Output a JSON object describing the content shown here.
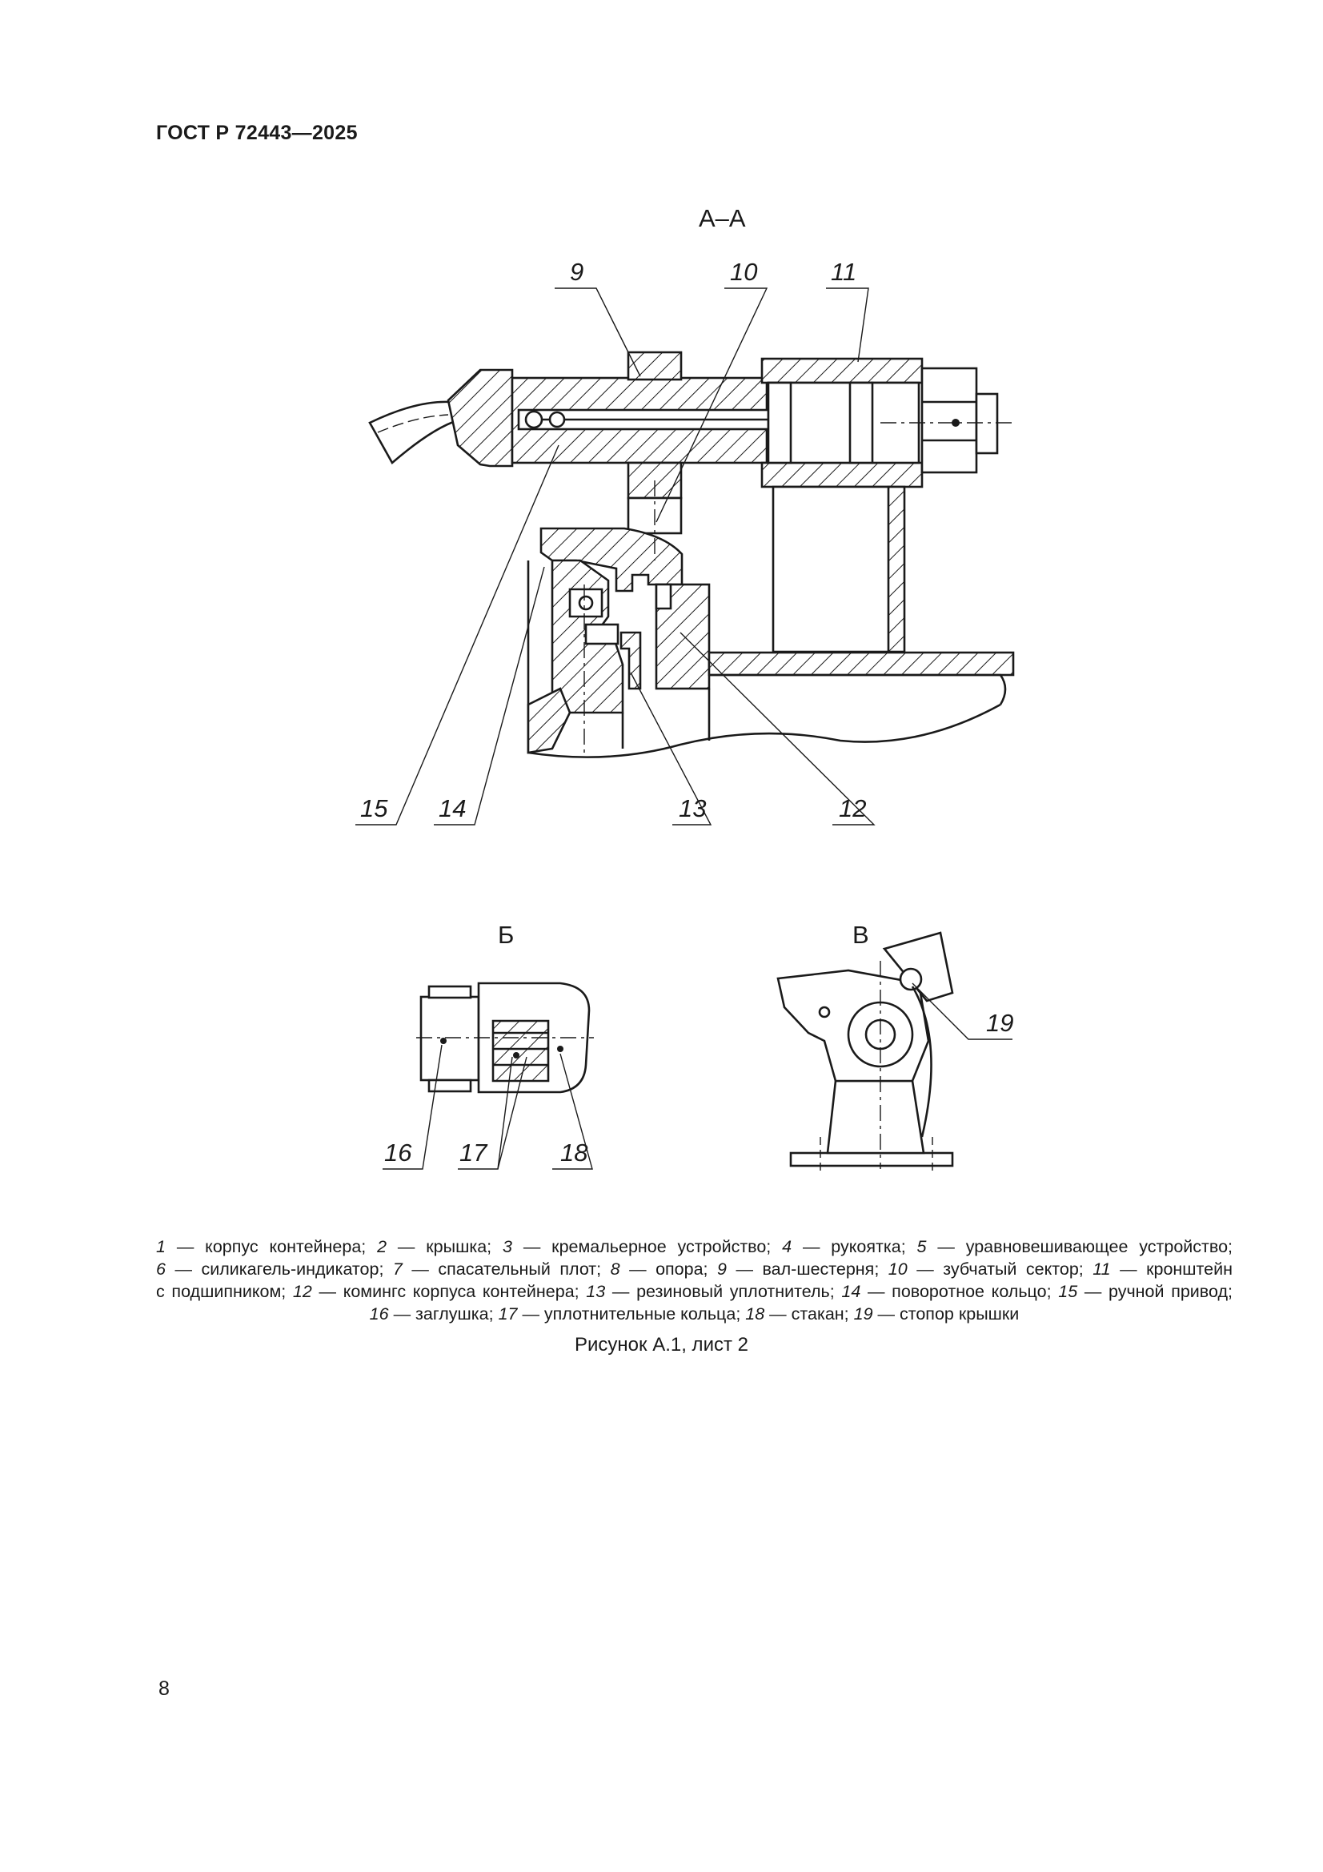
{
  "header": {
    "doc_id": "ГОСТ Р 72443—2025"
  },
  "views": {
    "aa": "А–А",
    "b": "Б",
    "v": "В"
  },
  "callouts": {
    "c9": "9",
    "c10": "10",
    "c11": "11",
    "c12": "12",
    "c13": "13",
    "c14": "14",
    "c15": "15",
    "c16": "16",
    "c17": "17",
    "c18": "18",
    "c19": "19"
  },
  "legend": {
    "l1_n": "1",
    "l1_t": " — корпус контейнера; ",
    "l2_n": "2",
    "l2_t": " — крышка; ",
    "l3_n": "3",
    "l3_t": " — кремальерное устройство; ",
    "l4_n": "4",
    "l4_t": " — рукоятка; ",
    "l5_n": "5",
    "l5_t": " — уравновешивающее устройство;",
    "l6_n": "6",
    "l6_t": " — силикагель-индикатор; ",
    "l7_n": "7",
    "l7_t": " — спасательный плот; ",
    "l8_n": "8",
    "l8_t": " — опора; ",
    "l9_n": "9",
    "l9_t": " — вал-шестерня; ",
    "l10_n": "10",
    "l10_t": " — зубчатый сектор; ",
    "l11_n": "11",
    "l11_t": " — кронштейн",
    "l11_t2": "с подшипником; ",
    "l12_n": "12",
    "l12_t": " — комингс корпуса контейнера; ",
    "l13_n": "13",
    "l13_t": " — резиновый уплотнитель; ",
    "l14_n": "14",
    "l14_t": " — поворотное кольцо; ",
    "l15_n": "15",
    "l15_t": " — ручной привод;",
    "l16_n": "16",
    "l16_t": " — заглушка; ",
    "l17_n": "17",
    "l17_t": " — уплотнительные кольца; ",
    "l18_n": "18",
    "l18_t": " — стакан; ",
    "l19_n": "19",
    "l19_t": " — стопор крышки"
  },
  "caption": "Рисунок А.1, лист 2",
  "page_number": "8"
}
